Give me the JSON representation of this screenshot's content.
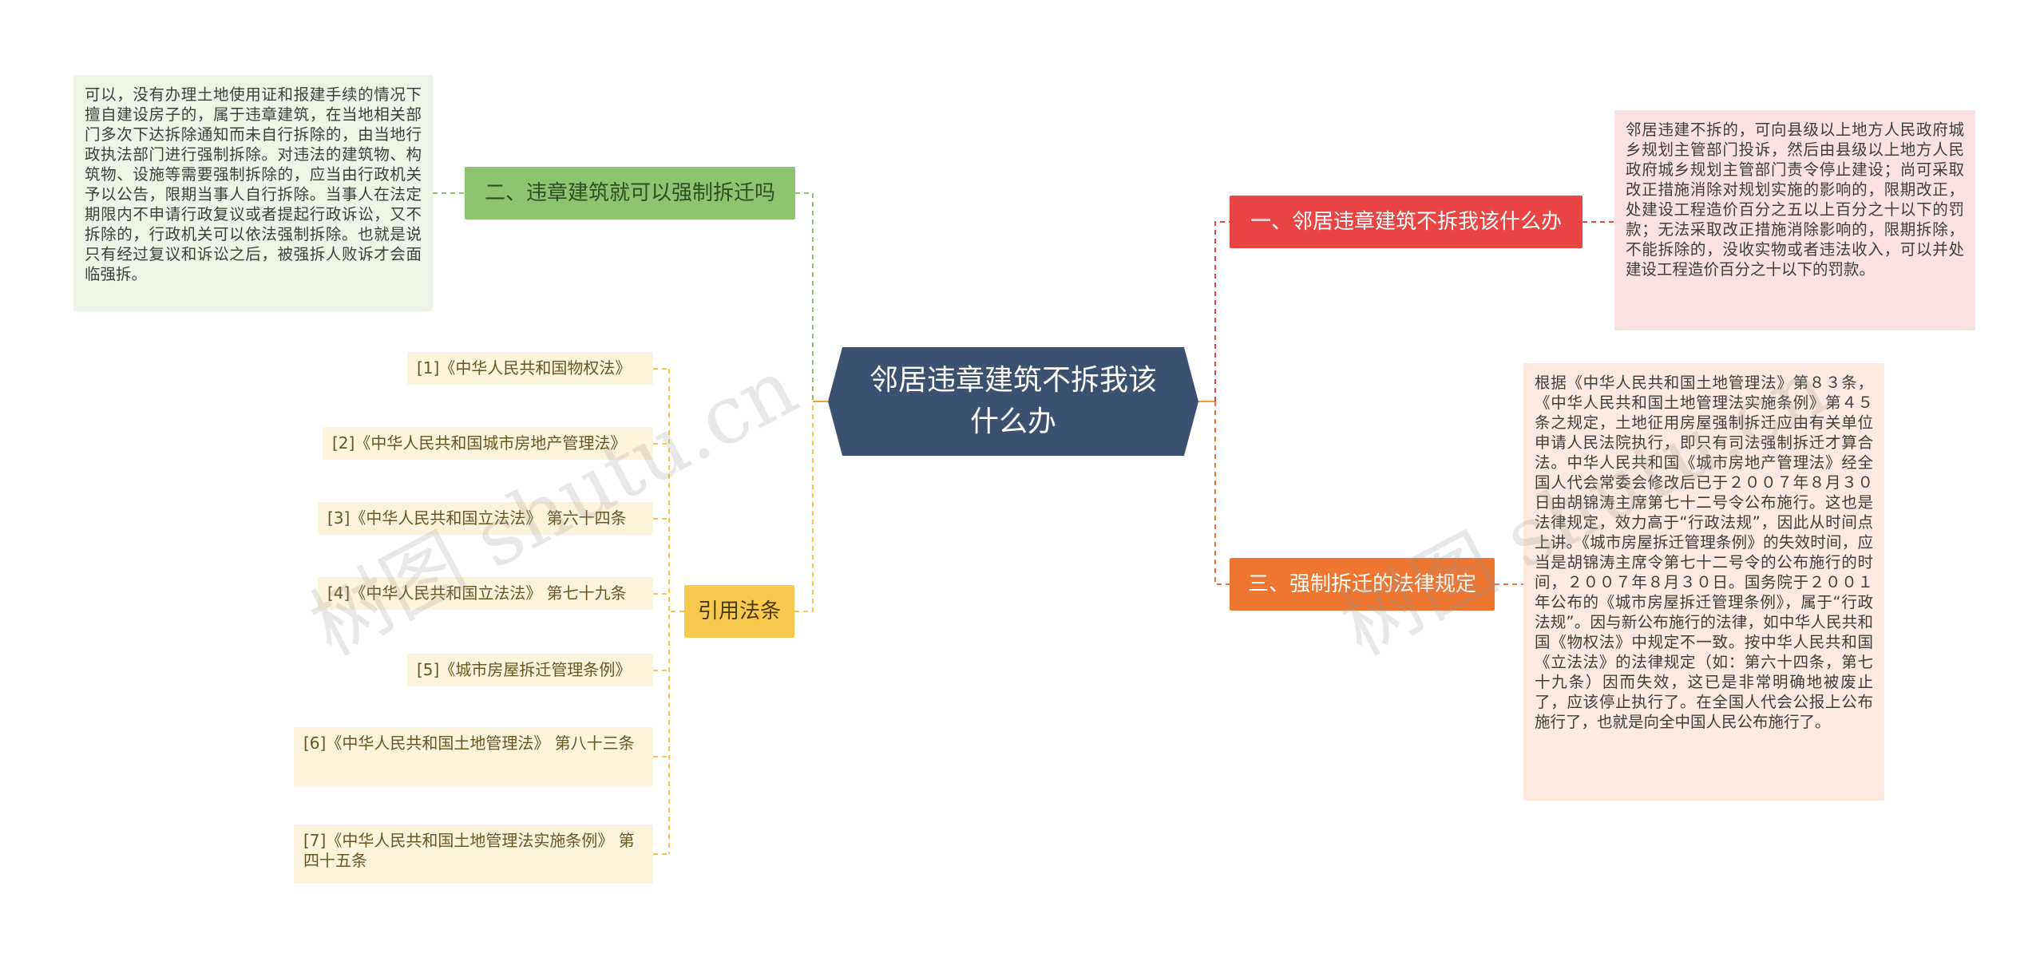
{
  "root": {
    "label": "邻居违章建筑不拆我该什么办"
  },
  "branches": {
    "green": {
      "label": "二、违章建筑就可以强制拆迁吗",
      "detail": "可以，没有办理土地使用证和报建手续的情况下擅自建设房子的，属于违章建筑，在当地相关部门多次下达拆除通知而未自行拆除的，由当地行政执法部门进行强制拆除。对违法的建筑物、构筑物、设施等需要强制拆除的，应当由行政机关予以公告，限期当事人自行拆除。当事人在法定期限内不申请行政复议或者提起行政诉讼，又不拆除的，行政机关可以依法强制拆除。也就是说只有经过复议和诉讼之后，被强拆人败诉才会面临强拆。"
    },
    "yellow": {
      "label": "引用法条",
      "refs": [
        "[1]《中华人民共和国物权法》",
        "[2]《中华人民共和国城市房地产管理法》",
        "[3]《中华人民共和国立法法》 第六十四条",
        "[4]《中华人民共和国立法法》 第七十九条",
        "[5]《城市房屋拆迁管理条例》",
        "[6]《中华人民共和国土地管理法》 第八十三条",
        "[7]《中华人民共和国土地管理法实施条例》 第四十五条"
      ]
    },
    "red": {
      "label": "一、邻居违章建筑不拆我该什么办",
      "detail": "邻居违建不拆的，可向县级以上地方人民政府城乡规划主管部门投诉，然后由县级以上地方人民政府城乡规划主管部门责令停止建设；尚可采取改正措施消除对规划实施的影响的，限期改正，处建设工程造价百分之五以上百分之十以下的罚款；无法采取改正措施消除影响的，限期拆除，不能拆除的，没收实物或者违法收入，可以并处建设工程造价百分之十以下的罚款。"
    },
    "orange": {
      "label": "三、强制拆迁的法律规定",
      "detail": "根据《中华人民共和国土地管理法》第８３条，《中华人民共和国土地管理法实施条例》第４５条之规定，土地征用房屋强制拆迁应由有关单位申请人民法院执行，即只有司法强制拆迁才算合法。中华人民共和国《城市房地产管理法》经全国人代会常委会修改后已于２００７年８月３０日由胡锦涛主席第七十二号令公布施行。这也是法律规定，效力高于“行政法规”，因此从时间点上讲。《城市房屋拆迁管理条例》的失效时间，应当是胡锦涛主席令第七十二号令的公布施行的时间，２００７年８月３０日。国务院于２００１年公布的《城市房屋拆迁管理条例》，属于“行政法规”。因与新公布施行的法律，如中华人民共和国《物权法》中规定不一致。按中华人民共和国《立法法》的法律规定（如：第六十四条，第七十九条）因而失效，这已是非常明确地被废止了，应该停止执行了。在全国人代会公报上公布施行了，也就是向全中国人民公布施行了。"
    }
  },
  "colors": {
    "root": "#3a5170",
    "green": "#8cc46f",
    "yellow": "#f9c84f",
    "red": "#e94545",
    "orange": "#ef7630"
  },
  "watermarks": [
    "树图 shutu.cn",
    "树图 shutu.cn"
  ]
}
